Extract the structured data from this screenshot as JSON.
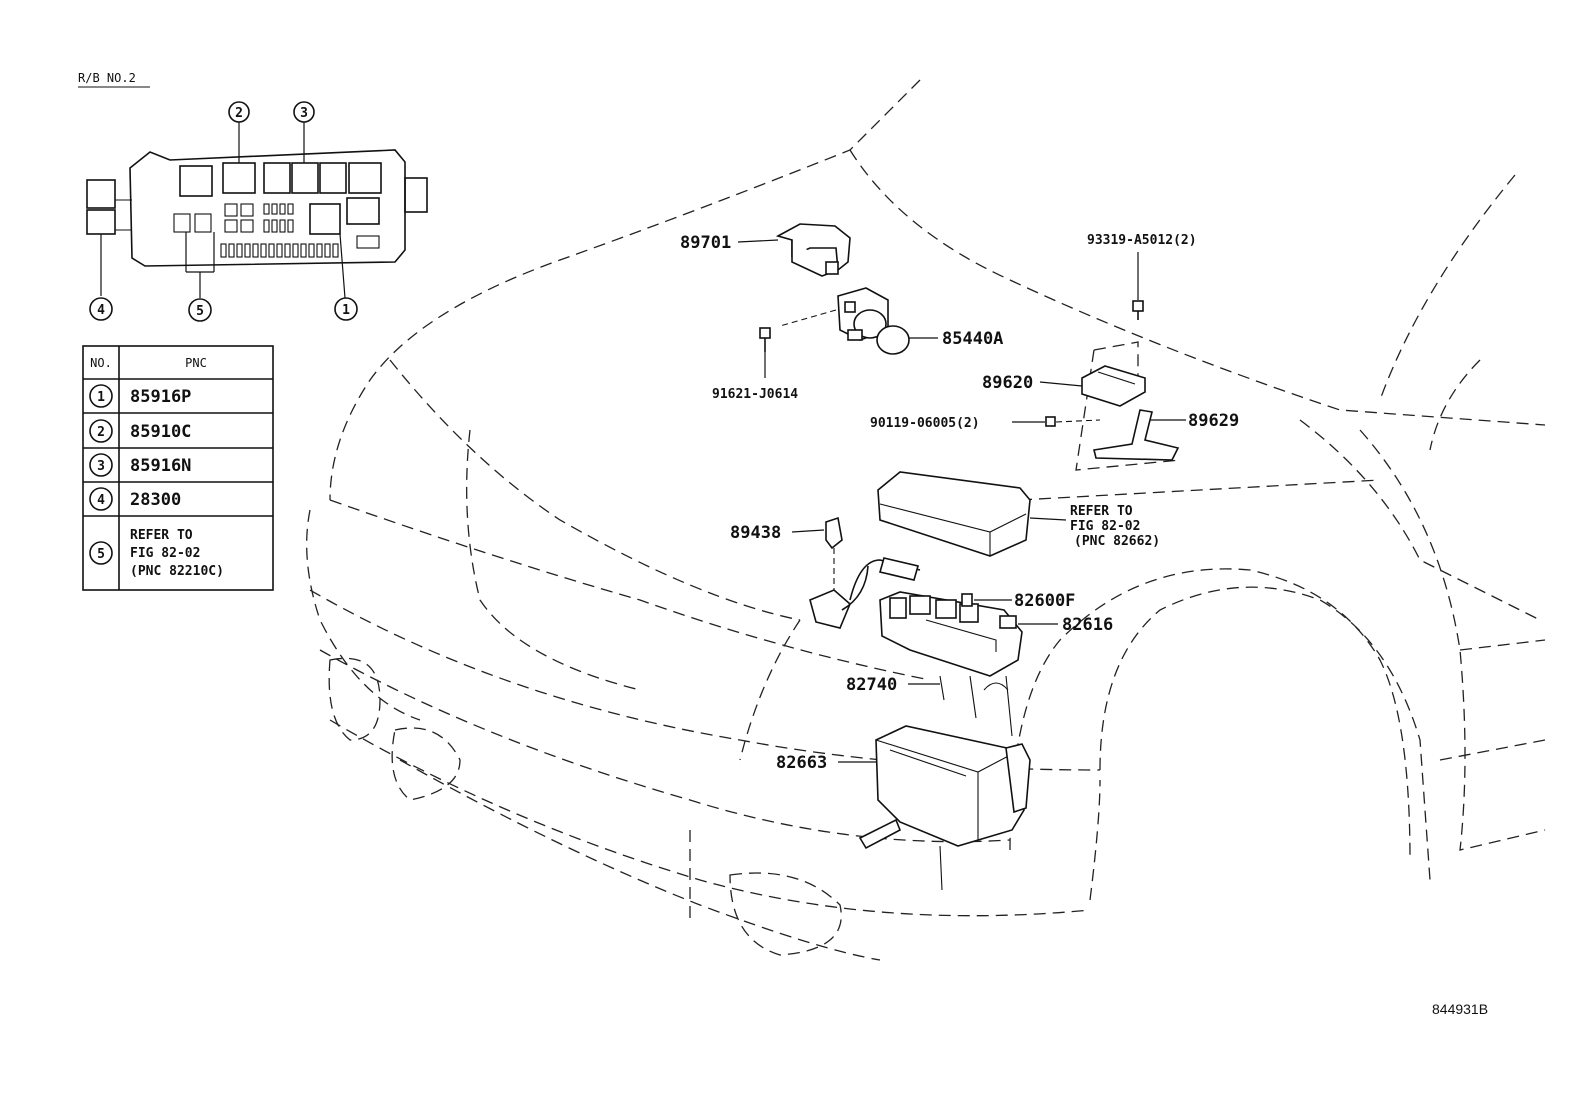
{
  "relay_block": {
    "title": "R/B NO.2",
    "callouts": [
      "2",
      "3",
      "4",
      "5",
      "1"
    ]
  },
  "pnc_table": {
    "headers": [
      "NO.",
      "PNC"
    ],
    "rows": [
      {
        "no": "1",
        "pnc": "85916P"
      },
      {
        "no": "2",
        "pnc": "85910C"
      },
      {
        "no": "3",
        "pnc": "85916N"
      },
      {
        "no": "4",
        "pnc": "28300"
      },
      {
        "no": "5",
        "pnc_lines": [
          "REFER TO",
          "FIG 82-02",
          "(PNC 82210C)"
        ]
      }
    ]
  },
  "part_labels": {
    "p89701": "89701",
    "p85440a": "85440A",
    "p91621": "91621-J0614",
    "p93319": "93319-A5012(2)",
    "p89620": "89620",
    "p90119": "90119-06005(2)",
    "p89629": "89629",
    "p89438": "89438",
    "p82600f": "82600F",
    "p82616": "82616",
    "p82740": "82740",
    "p82663": "82663",
    "refer_lines": [
      "REFER TO",
      "FIG 82-02",
      "(PNC 82662)"
    ]
  },
  "figure_id": "844931B"
}
